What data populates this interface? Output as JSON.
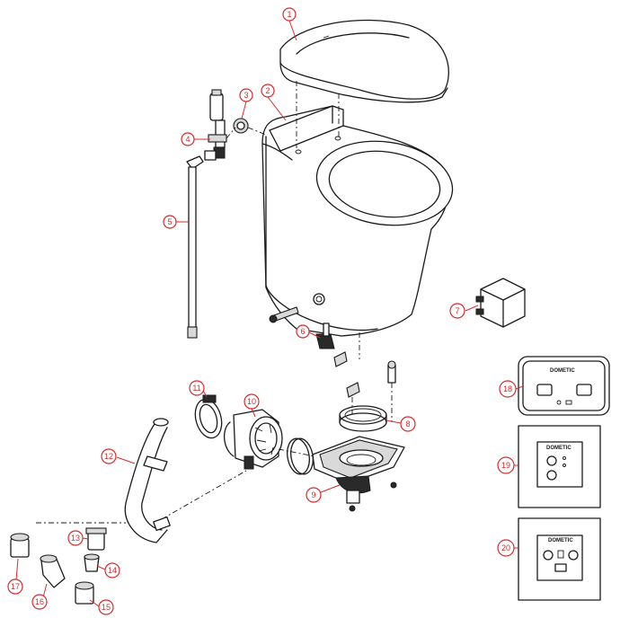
{
  "diagram": {
    "callouts": [
      "1",
      "2",
      "3",
      "4",
      "5",
      "6",
      "7",
      "8",
      "9",
      "10",
      "11",
      "12",
      "13",
      "14",
      "15",
      "16",
      "17",
      "18",
      "19",
      "20"
    ],
    "brand": "DOMETIC"
  }
}
